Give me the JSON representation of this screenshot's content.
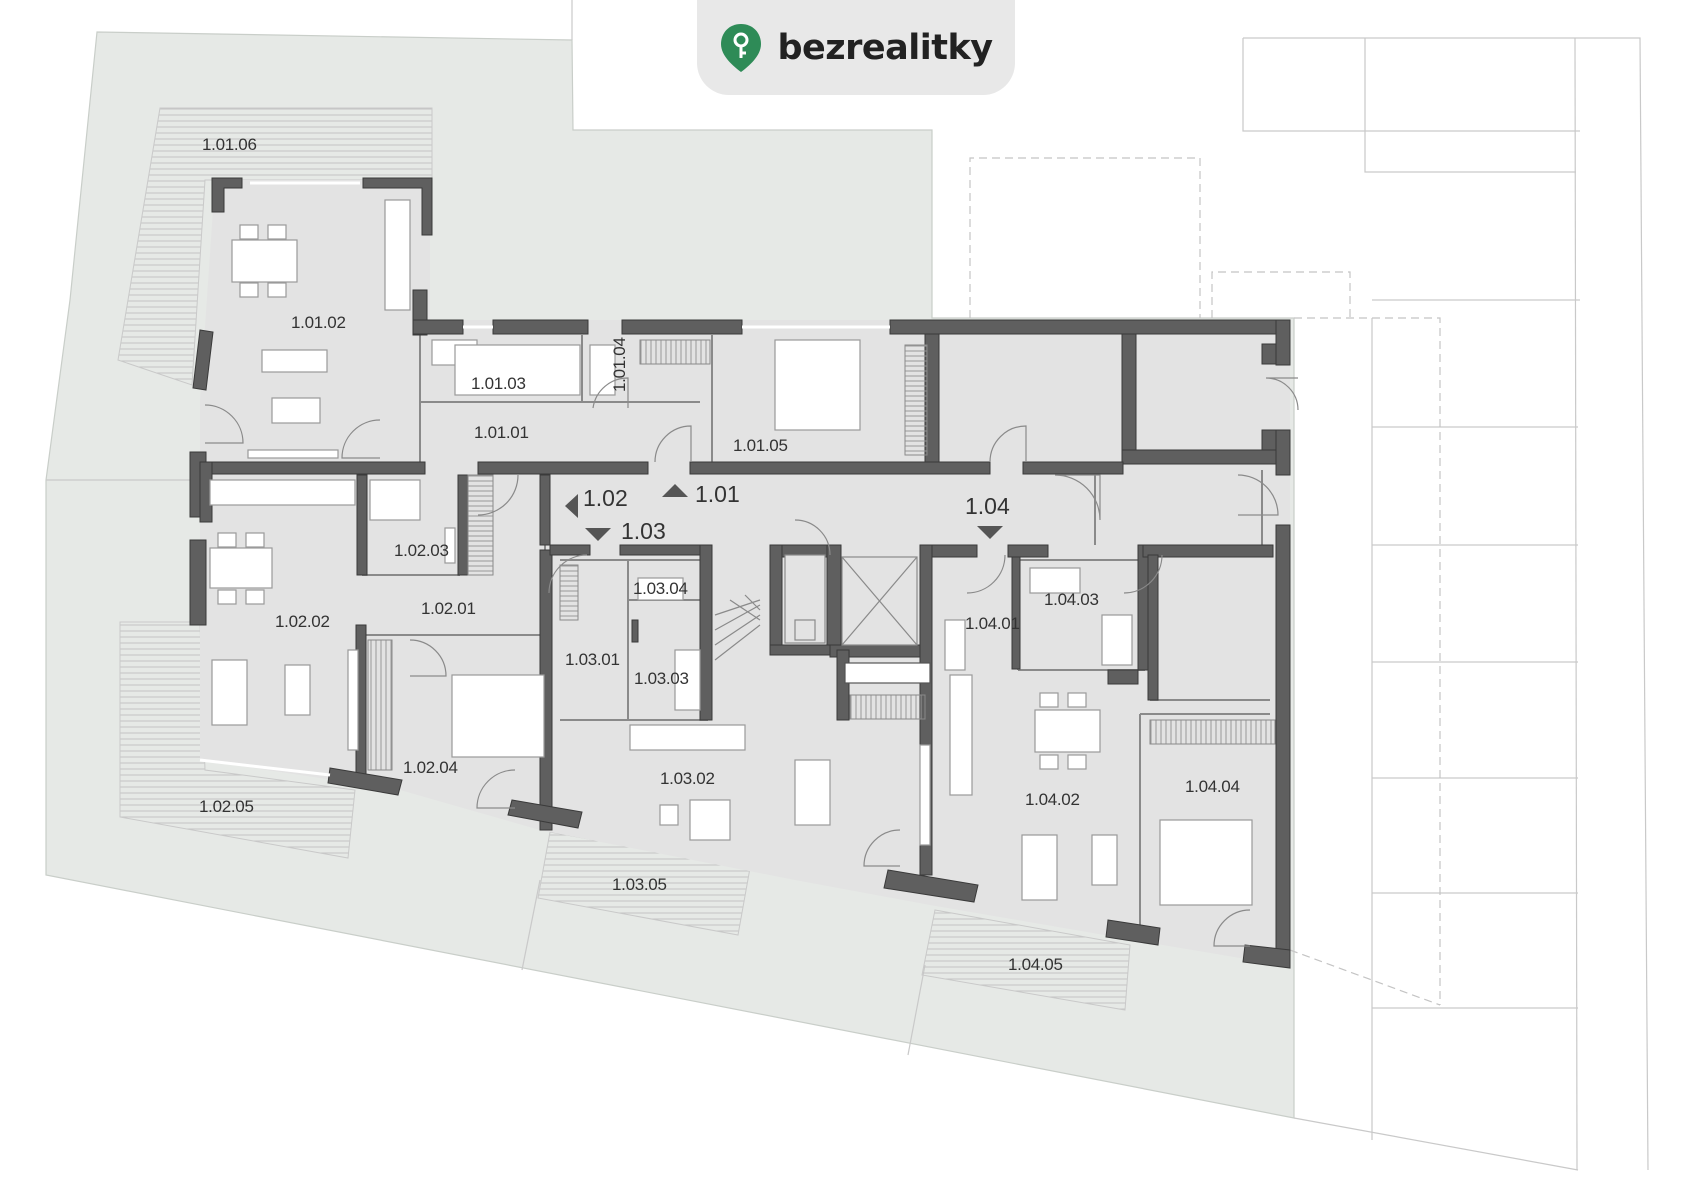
{
  "brand": {
    "name": "bezrealitky",
    "icon": "key-pin-icon",
    "color": "#2e8b57"
  },
  "colors": {
    "garden": "#e6e9e6",
    "room": "#e3e3e3",
    "wall": "#5a5a5a",
    "line": "#bdbdbd"
  },
  "units": [
    {
      "id": "u101",
      "label": "1.01"
    },
    {
      "id": "u102",
      "label": "1.02"
    },
    {
      "id": "u103",
      "label": "1.03"
    },
    {
      "id": "u104",
      "label": "1.04"
    }
  ],
  "rooms": [
    {
      "id": "r10106",
      "label": "1.01.06"
    },
    {
      "id": "r10102",
      "label": "1.01.02"
    },
    {
      "id": "r10103",
      "label": "1.01.03"
    },
    {
      "id": "r10104",
      "label": "1.01.04"
    },
    {
      "id": "r10101",
      "label": "1.01.01"
    },
    {
      "id": "r10105",
      "label": "1.01.05"
    },
    {
      "id": "r10203",
      "label": "1.02.03"
    },
    {
      "id": "r10202",
      "label": "1.02.02"
    },
    {
      "id": "r10201",
      "label": "1.02.01"
    },
    {
      "id": "r10204",
      "label": "1.02.04"
    },
    {
      "id": "r10205",
      "label": "1.02.05"
    },
    {
      "id": "r10304",
      "label": "1.03.04"
    },
    {
      "id": "r10301",
      "label": "1.03.01"
    },
    {
      "id": "r10303",
      "label": "1.03.03"
    },
    {
      "id": "r10302",
      "label": "1.03.02"
    },
    {
      "id": "r10305",
      "label": "1.03.05"
    },
    {
      "id": "r10401",
      "label": "1.04.01"
    },
    {
      "id": "r10403",
      "label": "1.04.03"
    },
    {
      "id": "r10402",
      "label": "1.04.02"
    },
    {
      "id": "r10404",
      "label": "1.04.04"
    },
    {
      "id": "r10405",
      "label": "1.04.05"
    }
  ]
}
